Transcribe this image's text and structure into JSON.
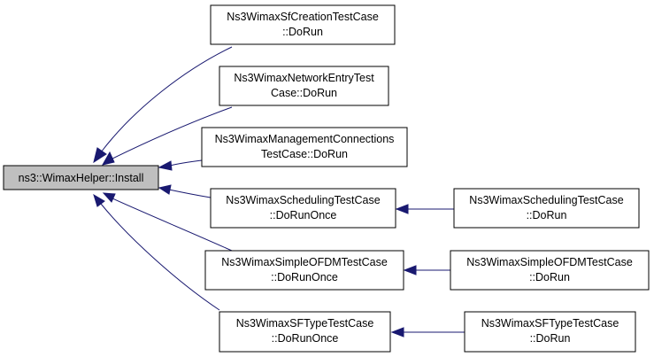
{
  "nodes": {
    "root": {
      "lines": [
        "ns3::WimaxHelper::Install"
      ]
    },
    "sf_creation": {
      "lines": [
        "Ns3WimaxSfCreationTestCase",
        "::DoRun"
      ]
    },
    "network_entry": {
      "lines": [
        "Ns3WimaxNetworkEntryTest",
        "Case::DoRun"
      ]
    },
    "mgmt_conn": {
      "lines": [
        "Ns3WimaxManagementConnections",
        "TestCase::DoRun"
      ]
    },
    "sched_once": {
      "lines": [
        "Ns3WimaxSchedulingTestCase",
        "::DoRunOnce"
      ]
    },
    "sched_run": {
      "lines": [
        "Ns3WimaxSchedulingTestCase",
        "::DoRun"
      ]
    },
    "ofdm_once": {
      "lines": [
        "Ns3WimaxSimpleOFDMTestCase",
        "::DoRunOnce"
      ]
    },
    "ofdm_run": {
      "lines": [
        "Ns3WimaxSimpleOFDMTestCase",
        "::DoRun"
      ]
    },
    "sftype_once": {
      "lines": [
        "Ns3WimaxSFTypeTestCase",
        "::DoRunOnce"
      ]
    },
    "sftype_run": {
      "lines": [
        "Ns3WimaxSFTypeTestCase",
        "::DoRun"
      ]
    }
  },
  "colors": {
    "edge": "#191970",
    "root_fill": "#bfbfbf",
    "node_fill": "#ffffff",
    "node_border": "#000000"
  }
}
